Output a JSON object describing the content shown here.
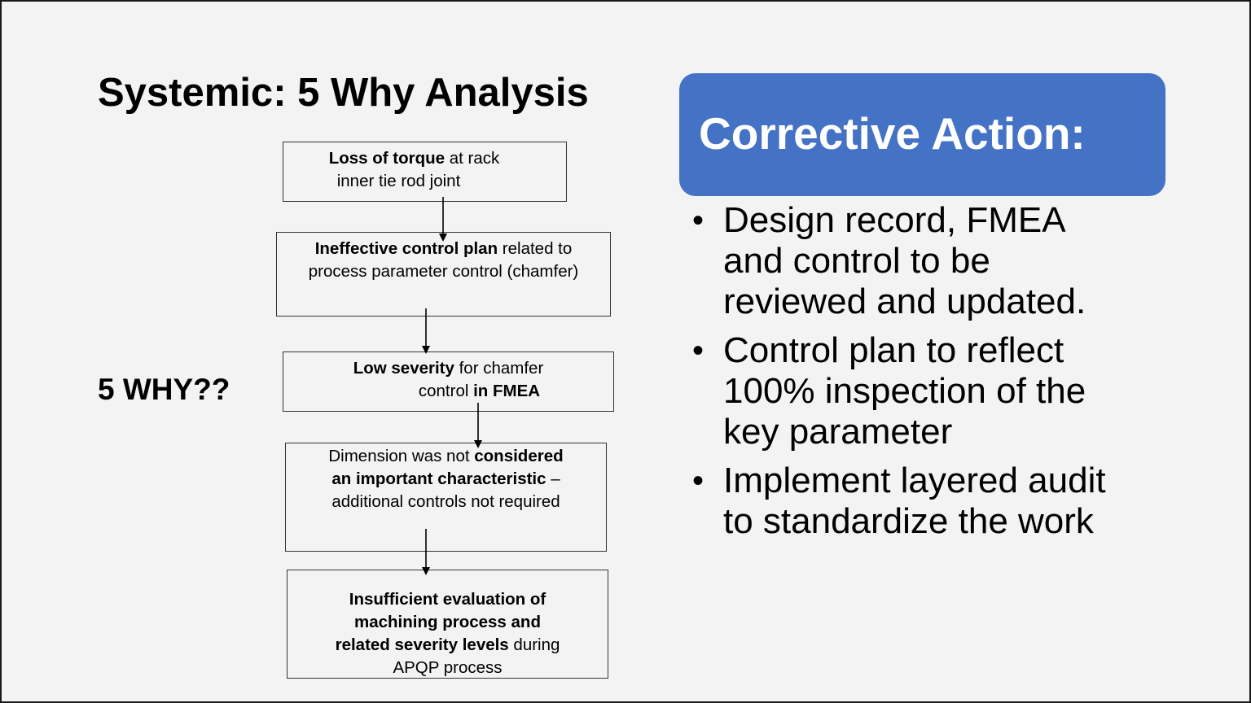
{
  "title": "Systemic: 5 Why Analysis",
  "side_label": "5 WHY??",
  "flow": {
    "box1": {
      "line1_bold": "Loss of torque",
      "line1_rest": " at rack",
      "line2": "inner tie rod joint"
    },
    "box2": {
      "line1_bold": "Ineffective control plan",
      "line1_rest": " related to",
      "line2": "process parameter control (chamfer)"
    },
    "box3": {
      "line1_bold": "Low severity",
      "line1_rest": " for chamfer",
      "line2_pre": "control ",
      "line2_bold": "in FMEA"
    },
    "box4": {
      "line1_pre": "Dimension was not ",
      "line1_bold": "considered",
      "line2_bold": "an important characteristic",
      "line2_rest": " –",
      "line3": "additional controls not required"
    },
    "box5": {
      "line1_bold": "Insufficient evaluation of",
      "line2_bold": "machining process and",
      "line3_bold": "related severity levels",
      "line3_rest": " during",
      "line4": "APQP process"
    }
  },
  "corrective": {
    "title": "Corrective Action:",
    "bullet_char": "•",
    "bullets": [
      {
        "lines": [
          "Design record, FMEA",
          "and control to be",
          "reviewed and updated."
        ]
      },
      {
        "lines": [
          "Control plan to reflect",
          "100% inspection of the",
          "key parameter"
        ]
      },
      {
        "lines": [
          "Implement layered audit",
          "to standardize the work"
        ]
      }
    ]
  },
  "colors": {
    "header_bg": "#4472c4",
    "header_text": "#ffffff",
    "slide_bg": "#f3f3f3"
  }
}
